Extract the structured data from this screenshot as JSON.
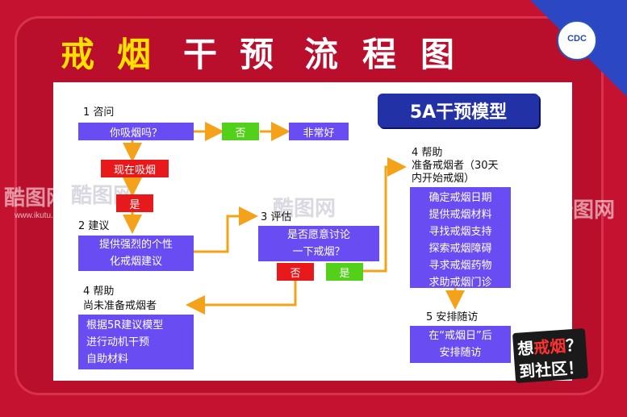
{
  "title": {
    "chars": [
      "戒",
      "烟",
      "干",
      "预",
      "流",
      "程",
      "图"
    ]
  },
  "logo": {
    "text": "CDC"
  },
  "model_title": "5A干预模型",
  "step1": {
    "label": "1 咨问",
    "question": "你吸烟吗？",
    "no": "否",
    "no_result": "非常好",
    "smoking": "现在吸烟",
    "yes": "是"
  },
  "step2": {
    "label": "2 建议",
    "lines": [
      "提供强烈的个性",
      "化戒烟建议"
    ]
  },
  "step3": {
    "label": "3 评估",
    "lines": [
      "是否愿意讨论",
      "一下戒烟？"
    ],
    "no": "否",
    "yes": "是"
  },
  "step4_unready": {
    "label": "4 帮助",
    "sublabel": "尚未准备戒烟者",
    "lines": [
      "根据5R建议模型",
      "进行动机干预",
      "自助材料"
    ]
  },
  "step4_ready": {
    "label": "4 帮助",
    "sublabel_lines": [
      "准备戒烟者（30天",
      "内开始戒烟）"
    ],
    "items": [
      "确定戒烟日期",
      "提供戒烟材料",
      "寻找戒烟支持",
      "探索戒烟障碍",
      "寻求戒烟药物",
      "求助戒烟门诊"
    ]
  },
  "step5": {
    "label": "5 安排随访",
    "lines": [
      "在“戒烟日”后",
      "安排随访"
    ]
  },
  "badge": {
    "line1_a": "想",
    "line1_b": "戒烟",
    "line1_c": "？",
    "line2": "到社区！"
  },
  "watermark": {
    "brand": "酷图网",
    "url": "www.ikutu.com"
  },
  "colors": {
    "background": "#c41230",
    "box": "#6a4df2",
    "red_tag": "#e8191b",
    "green_tag": "#53d11a",
    "arrow": "#f3a21a",
    "title_highlight": "#ffe000",
    "model_badge": "#2331a6"
  }
}
